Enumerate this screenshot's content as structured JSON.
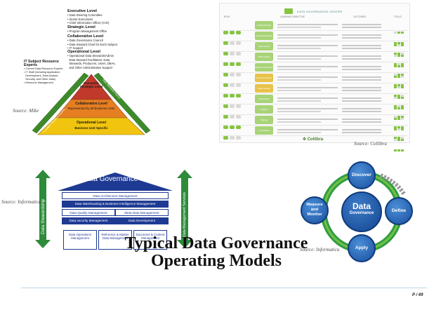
{
  "pyramid": {
    "levels": [
      {
        "title": "Executive Level",
        "items": [
          "Data Steering Committee",
          "Senior Executives",
          "Chief Information Officer (CIO)"
        ]
      },
      {
        "title": "Strategic Level",
        "items": [
          "Program Management Office"
        ]
      },
      {
        "title": "Collaborative Level",
        "items": [
          "Data Governance Council",
          "Data Steward Chair for Each Subject",
          "IT Support"
        ]
      },
      {
        "title": "Operational Level",
        "items": [
          "Operational Data Stewards/Admin",
          "Data Steward Facilitators, Data",
          "Stewards, Producers, Users, DBAs,",
          "and Other Administrative Support"
        ]
      }
    ],
    "it_title": "IT Subject Resource Experts",
    "it_items": [
      "Current Data Resource Experts",
      "IT Staff (Including Application",
      "Development, Data Analyst,",
      "Security, and Other Data)",
      "Resource Management"
    ],
    "tiers": {
      "top": "Executive Strategic Level",
      "middle": "Collaborative Level",
      "middle_sub": "Represented by all Business Units",
      "bottom": "Operational Level",
      "bottom_sub": "Business Unit Specific"
    },
    "left_arrow": "IT Subject Resource Experts",
    "right_arrow": "Data Stewards Council",
    "source": "Source: Mike"
  },
  "collibra": {
    "header": "DATA GOVERNANCE CENTER",
    "columns": [
      "ROLE",
      "LEARNING OBJECTIVE",
      "OUTCOMES",
      "TOOLS"
    ],
    "steps": [
      "Getting Started",
      "Identify Key Data",
      "Data Quality",
      "Data Quality",
      "Business Glossary",
      "Reference Data",
      "Data Lineage",
      "Ownership",
      "Policies",
      "Sharing",
      "Compliance"
    ],
    "logo": "Collibra",
    "source": "Source: Collibra"
  },
  "informatica": {
    "roof_title": "Data Governance",
    "bands": [
      "Data Architecture Management",
      "Data Warehousing & Business Intelligence Management"
    ],
    "row_left": "Data Quality Management",
    "row_right": "Meta Data Management",
    "row2_left": "Data security Management",
    "row2_right": "Data Development",
    "columns": [
      "Data Operations Management",
      "Reference & Master Data Management",
      "Document & Content Management"
    ],
    "left_arrow": "Data Stewardship",
    "right_arrow": "Data Management Services",
    "source": "Source: Informatica"
  },
  "cycle": {
    "center_line1": "Data",
    "center_line2": "Governance",
    "discover": "Discover",
    "define": "Define",
    "apply": "Apply",
    "measure": "Measure and Monitor",
    "source": "Source: Informatica"
  },
  "title_line1": "Typical Data Governance",
  "title_line2": "Operating Models",
  "page_number": "P / 49",
  "colors": {
    "navy": "#1f3a93",
    "green": "#2e8b3a",
    "pyramid_top": "#c0392b",
    "pyramid_mid": "#e67e22",
    "pyramid_bot": "#f1c40f",
    "collibra_green": "#86c441"
  }
}
